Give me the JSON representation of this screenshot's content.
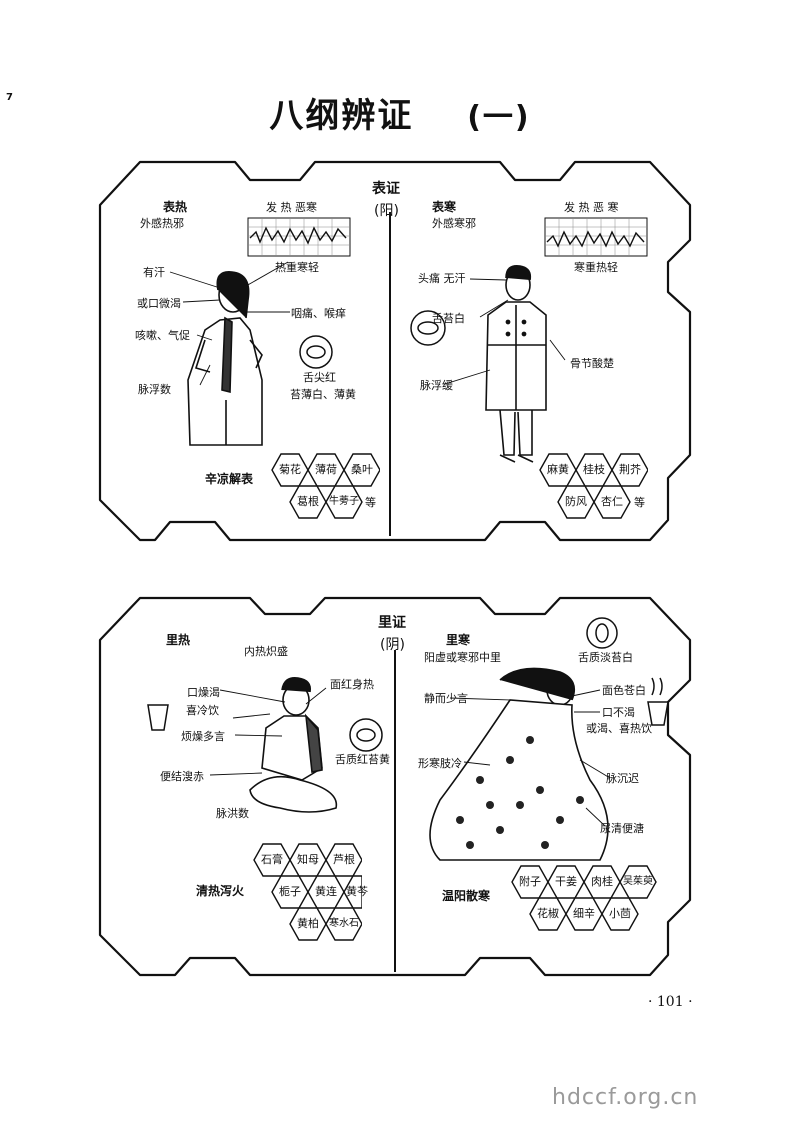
{
  "page": {
    "title": "八纲辨证",
    "subtitle": "(一)",
    "page_number": "· 101 ·",
    "watermark": "hdccf.org.cn",
    "margin_mark": "7"
  },
  "biao": {
    "header": "表证",
    "header_sub": "(阳)",
    "heat": {
      "title": "表热",
      "cause": "外感热邪",
      "chart_label": "发 热   恶寒",
      "chart_caption": "热重寒轻",
      "symptom_sweat": "有汗",
      "symptom_thirst": "或口微渴",
      "symptom_cough": "咳嗽、气促",
      "symptom_pulse": "脉浮数",
      "symptom_throat": "咽痛、喉痒",
      "symptom_tongue": "舌尖红",
      "symptom_coating": "苔薄白、薄黄",
      "method": "辛凉解表",
      "herbs": [
        "菊花",
        "薄荷",
        "桑叶",
        "葛根",
        "牛蒡子"
      ],
      "etc": "等"
    },
    "cold": {
      "title": "表寒",
      "cause": "外感寒邪",
      "chart_label": "发 热  恶 寒",
      "chart_caption": "寒重热轻",
      "symptom_head": "头痛 无汗",
      "symptom_coating": "舌苔白",
      "symptom_bone": "骨节酸楚",
      "symptom_pulse": "脉浮缓",
      "herbs": [
        "麻黄",
        "桂枝",
        "荆芥",
        "防风",
        "杏仁"
      ],
      "etc": "等"
    }
  },
  "li": {
    "header": "里证",
    "header_sub": "(阴)",
    "heat": {
      "title": "里热",
      "cause": "内热炽盛",
      "symptom_face": "面红身热",
      "symptom_mouth": "口燥渴",
      "symptom_cold_drink": "喜冷饮",
      "symptom_restless": "烦燥多言",
      "symptom_tongue": "舌质红苔黄",
      "symptom_stool": "便结溲赤",
      "symptom_pulse": "脉洪数",
      "method": "清热泻火",
      "herbs": [
        "石膏",
        "知母",
        "芦根",
        "栀子",
        "黄连",
        "黄芩",
        "黄柏",
        "寒水石"
      ]
    },
    "cold": {
      "title": "里寒",
      "cause": "阳虚或寒邪中里",
      "symptom_quiet": "静而少言",
      "symptom_tongue": "舌质淡苔白",
      "symptom_face": "面色苍白",
      "symptom_mouth": "口不渴",
      "symptom_warm_drink": "或渴、喜热饮",
      "symptom_cold_limbs": "形寒肢冷",
      "symptom_pulse": "脉沉迟",
      "symptom_urine": "尿清便溏",
      "method": "温阳散寒",
      "herbs": [
        "附子",
        "干姜",
        "肉桂",
        "吴茱萸",
        "花椒",
        "细辛",
        "小茴"
      ]
    }
  }
}
